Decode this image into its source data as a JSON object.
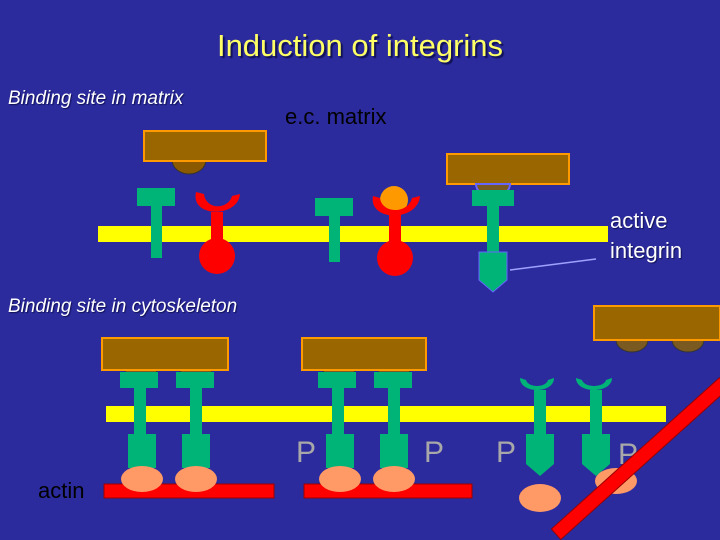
{
  "title": "Induction of integrins",
  "labels": {
    "binding_matrix": "Binding site in matrix",
    "ec_matrix": "e.c. matrix",
    "active_integrin": "active\nintegrin",
    "binding_cytoskeleton": "Binding site in cytoskeleton",
    "actin": "actin",
    "phospho": "P"
  },
  "colors": {
    "background": "#2b2b9e",
    "title": "#ffff66",
    "membrane": "#ffff00",
    "matrix_block": "#996600",
    "integrin_teal": "#00b377",
    "inactive_red": "#ff0000",
    "ligand_orange": "#ff9900",
    "actin_binding": "#ff9966"
  }
}
